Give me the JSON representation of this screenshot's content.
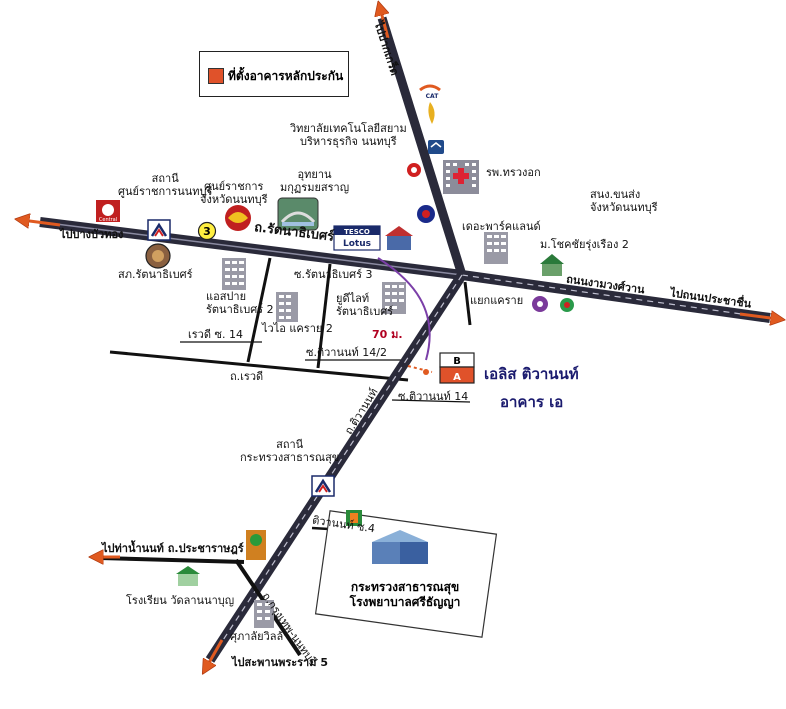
{
  "legend": {
    "label": "ที่ตั้งอาคารหลักประกัน",
    "color": "#e0522a"
  },
  "directions": {
    "north": "ไปปากเกร็ด",
    "west": "ไปบางบัวทอง",
    "east": "ไปถนนประชาชื่น",
    "southwest": "ไปท่าน้ำนนท์ ถ.ประชาราษฎร์",
    "south": "ไปสะพานพระราม 5"
  },
  "roads": {
    "rattanathibet": "ถ.รัตนาธิเบศร์",
    "ngamwongwan": "ถนนงามวงศ์วาน",
    "tiwanon": "ถ.ติวานนท์",
    "krungthep_nonthaburi": "ถ.กรุงเทพ-นนทบุรี",
    "rewadi": "ถ.เรวดี",
    "soi_rattanathibet_3": "ซ.รัตนาธิเบศร์ 3",
    "soi_rewadi_14": "เรวดี ซ. 14",
    "soi_tiwanon_14_2": "ซ.ติวานนท์ 14/2",
    "soi_tiwanon_14": "ซ.ติวานนท์ 14",
    "soi_tiwanon_4": "ติวานนท์ ซ.4",
    "yaek_khae_rai": "แยกแคราย"
  },
  "places": {
    "it_college": "วิทยาลัยเทคโนโลยีสยาม\nบริหารธุรกิจ นนทบุรี",
    "park": "อุทยาน\nมกุฏรมยสราญ",
    "govt_center": "ศูนย์ราชการ\nจังหวัดนนทบุรี",
    "station_govt": "สถานี\nศูนย์ราชการนนทบุรี",
    "station_rattanathibet": "สภ.รัตนาธิเบศร์",
    "ratchapruek_hosp": "รพ.ทรวงอก",
    "police_nonthaburi": "สนง.ขนส่ง\nจังหวัดนนทบุรี",
    "the_park_land": "เดอะพาร์คแลนด์",
    "chai_rung_rueng": "ม.โชคชัยรุ่งเรือง 2",
    "estapai": "แอสปาย\nรัตนาธิเบศร์ 2",
    "wiwa_khae_rai": "ไวไอ แคราย 2",
    "udee_light": "ยูดีไลท์\nรัตนาธิเบศร์",
    "station_moph": "สถานี\nกระทรวงสาธารณสุข",
    "moph": "กระทรวงสาธารณสุข\nโรงพยาบาลศรีธัญญา",
    "school": "โรงเรียน วัดลานนาบุญ",
    "supalai": "ศุภาลัยวิลล้า"
  },
  "target": {
    "name": "เอลิส ติวานนท์",
    "building": "อาคาร เอ",
    "block_a": "A",
    "block_b": "B",
    "distance": "70 ม."
  },
  "icons": {
    "tesco": "TESCO",
    "lotus": "Lotus",
    "route_number": "3",
    "central": "Central",
    "cat": "CAT",
    "tesco_icon_name": "tesco-lotus-icon"
  },
  "colors": {
    "main_road": "#2a2a3a",
    "arrow": "#e05a20",
    "route": "#7b3fa8",
    "target": "#e0522a"
  }
}
